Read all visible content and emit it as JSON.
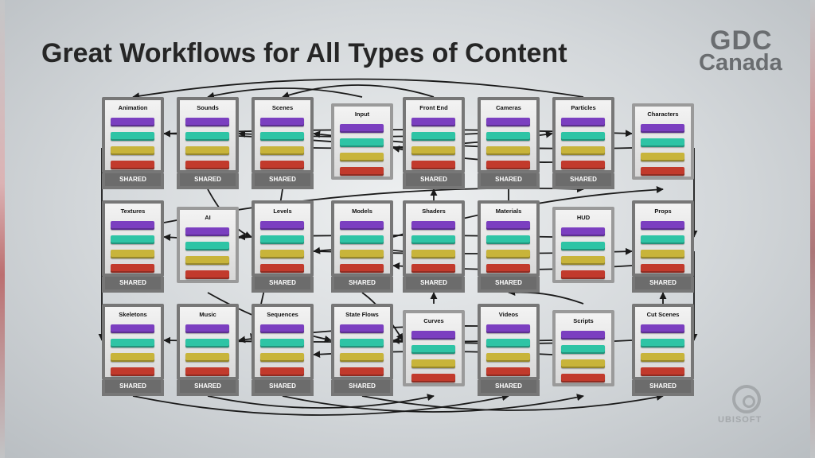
{
  "slide": {
    "title": "Great Workflows for All Types of Content"
  },
  "logos": {
    "gdc_line1": "GDC",
    "gdc_line2": "Canada",
    "publisher": "UBISOFT"
  },
  "diagram": {
    "shared_label": "SHARED",
    "slot_colors": [
      "#7b3fc0",
      "#2ec4a5",
      "#c8b43a",
      "#c23a2c"
    ],
    "arrow_color": "#1a1a1a",
    "modules": [
      {
        "name": "Animation",
        "shared": true
      },
      {
        "name": "Sounds",
        "shared": true
      },
      {
        "name": "Scenes",
        "shared": true
      },
      {
        "name": "Input",
        "shared": false
      },
      {
        "name": "Front End",
        "shared": true
      },
      {
        "name": "Cameras",
        "shared": true
      },
      {
        "name": "Particles",
        "shared": true
      },
      {
        "name": "Characters",
        "shared": false
      },
      {
        "name": "Textures",
        "shared": true
      },
      {
        "name": "AI",
        "shared": false
      },
      {
        "name": "Levels",
        "shared": true
      },
      {
        "name": "Models",
        "shared": true
      },
      {
        "name": "Shaders",
        "shared": true
      },
      {
        "name": "Materials",
        "shared": true
      },
      {
        "name": "HUD",
        "shared": false
      },
      {
        "name": "Props",
        "shared": true
      },
      {
        "name": "Skeletons",
        "shared": true
      },
      {
        "name": "Music",
        "shared": true
      },
      {
        "name": "Sequences",
        "shared": true
      },
      {
        "name": "State Flows",
        "shared": true
      },
      {
        "name": "Curves",
        "shared": false
      },
      {
        "name": "Videos",
        "shared": true
      },
      {
        "name": "Scripts",
        "shared": false
      },
      {
        "name": "Cut Scenes",
        "shared": true
      }
    ]
  }
}
